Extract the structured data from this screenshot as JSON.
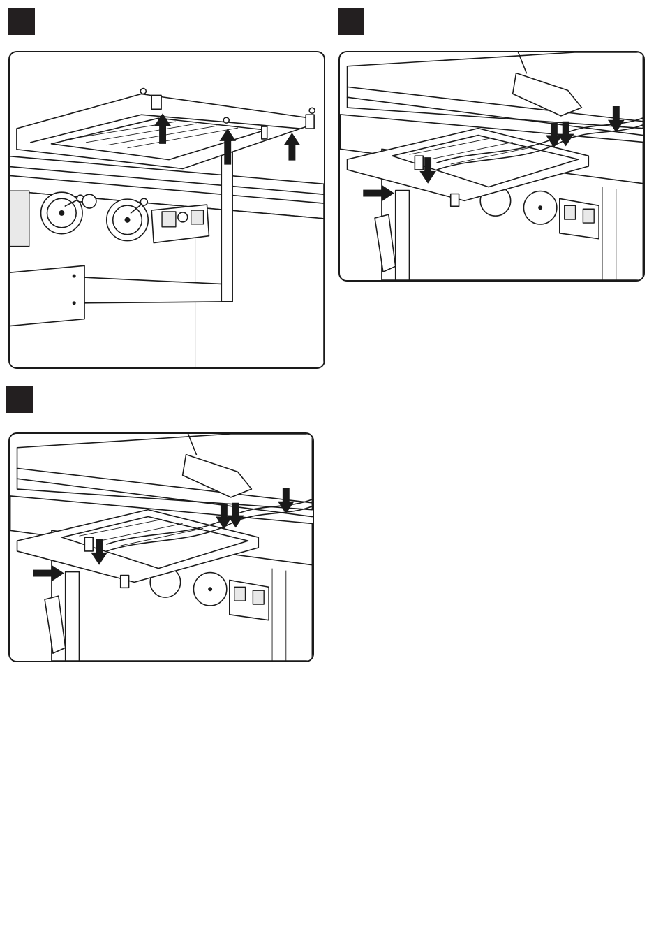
{
  "page": {
    "steps": [
      {
        "id": "step-1",
        "badge": ""
      },
      {
        "id": "step-2",
        "badge": ""
      },
      {
        "id": "step-3",
        "badge": ""
      }
    ],
    "panel_1": {
      "arrow_directions": [
        "up",
        "up",
        "up"
      ]
    },
    "panel_2": {
      "arrow_directions": [
        "down",
        "down",
        "down",
        "down",
        "right"
      ]
    },
    "panel_3": {
      "arrow_directions": [
        "down",
        "down",
        "down",
        "down",
        "right"
      ]
    },
    "colors": {
      "ink": "#1a1a1a",
      "badge": "#231f20",
      "paper": "#ffffff",
      "shade": "#e9e9e9"
    }
  }
}
